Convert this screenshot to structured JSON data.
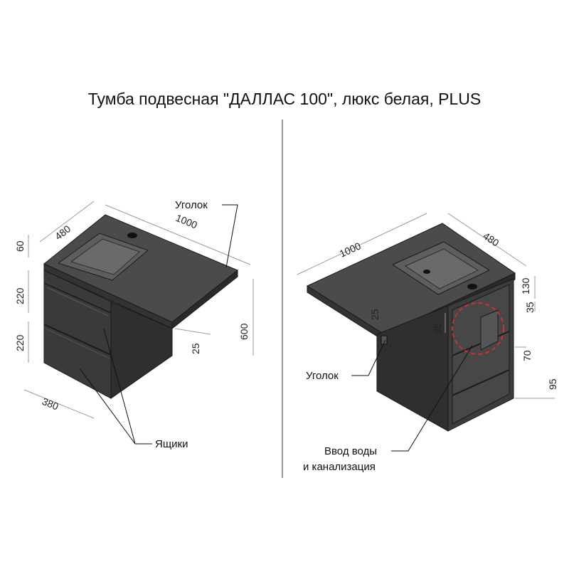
{
  "title": "Тумба подвесная \"ДАЛЛАС 100\", люкс белая, PLUS",
  "left_view": {
    "dimensions": {
      "depth": "480",
      "width": "1000",
      "top_thickness": "60",
      "drawer_upper": "220",
      "drawer_lower": "220",
      "body_width": "380",
      "height": "600",
      "shelf_thickness": "25"
    },
    "labels": {
      "corner": "Уголок",
      "drawers": "Ящики"
    }
  },
  "right_view": {
    "dimensions": {
      "width": "1000",
      "depth": "480",
      "height_top": "130",
      "offset_a": "35",
      "offset_b": "70",
      "offset_c": "95",
      "inlet": "95",
      "shelf_thickness": "25"
    },
    "labels": {
      "corner": "Уголок",
      "inlet_line1": "Ввод воды",
      "inlet_line2": "и канализация"
    }
  },
  "colors": {
    "cabinet_top": "#4b4b4b",
    "cabinet_front": "#3a3a3a",
    "cabinet_side": "#2f2f2f",
    "highlight_circle": "#d32f2f",
    "dimension_line": "#9a9a9a"
  }
}
